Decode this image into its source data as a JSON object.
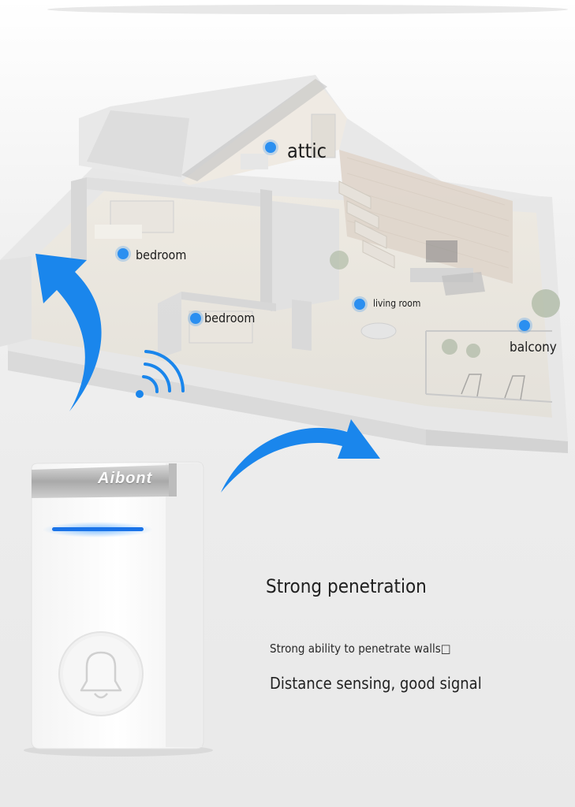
{
  "rooms": {
    "attic": "attic",
    "bedroom_1": "bedroom",
    "bedroom_2": "bedroom",
    "living_room": "living room",
    "balcony": "balcony"
  },
  "device": {
    "brand": "Aibont",
    "icon": "bell-icon"
  },
  "text": {
    "headline": "Strong penetration",
    "line1": "Strong ability to penetrate walls□",
    "line2": "Distance sensing, good signal"
  },
  "colors": {
    "accent_blue": "#2b8ff0",
    "indicator_blue": "#1a73e8"
  }
}
